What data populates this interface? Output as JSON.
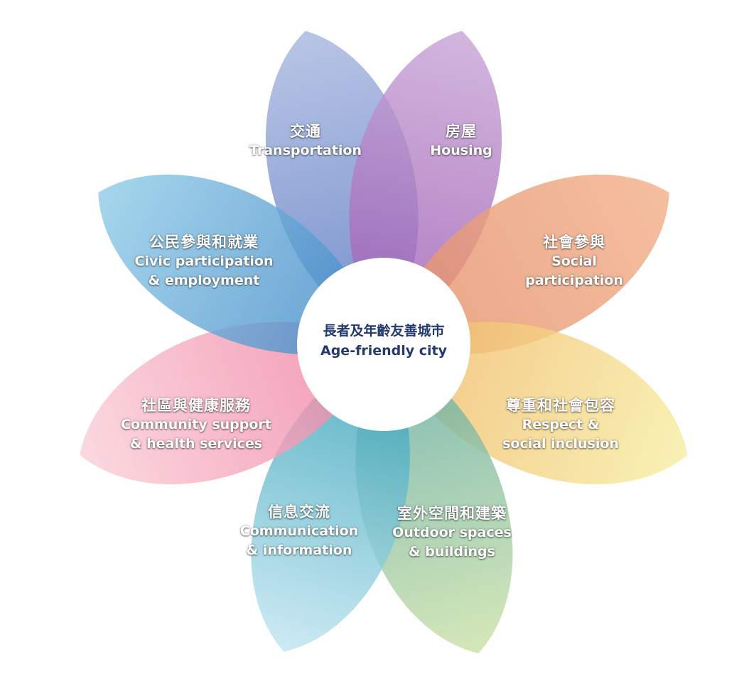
{
  "center": {
    "zh": "長者及年齡友善城市",
    "en": "Age-friendly city",
    "text_color": "#243a6e"
  },
  "petals": [
    {
      "zh": "交通",
      "en_lines": [
        "Transportation"
      ],
      "color_light": "#a9b8e0",
      "color_dark": "#5677c0"
    },
    {
      "zh": "房屋",
      "en_lines": [
        "Housing"
      ],
      "color_light": "#c8a6d6",
      "color_dark": "#9e5ab3"
    },
    {
      "zh": "社會參與",
      "en_lines": [
        "Social",
        "participation"
      ],
      "color_light": "#f2b08a",
      "color_dark": "#e3906a"
    },
    {
      "zh": "尊重和社會包容",
      "en_lines": [
        "Respect &",
        "social inclusion"
      ],
      "color_light": "#f7eea4",
      "color_dark": "#f0b868"
    },
    {
      "zh": "室外空間和建築",
      "en_lines": [
        "Outdoor spaces",
        "& buildings"
      ],
      "color_light": "#cce2a8",
      "color_dark": "#5fa9a3"
    },
    {
      "zh": "信息交流",
      "en_lines": [
        "Communication",
        "& information"
      ],
      "color_light": "#c2e6f2",
      "color_dark": "#2a9cb3"
    },
    {
      "zh": "社區與健康服務",
      "en_lines": [
        "Community support",
        "& health services"
      ],
      "color_light": "#fad0d8",
      "color_dark": "#f07fa0"
    },
    {
      "zh": "公民參與和就業",
      "en_lines": [
        "Civic participation",
        "& employment"
      ],
      "color_light": "#92cde8",
      "color_dark": "#3f86c6"
    }
  ]
}
